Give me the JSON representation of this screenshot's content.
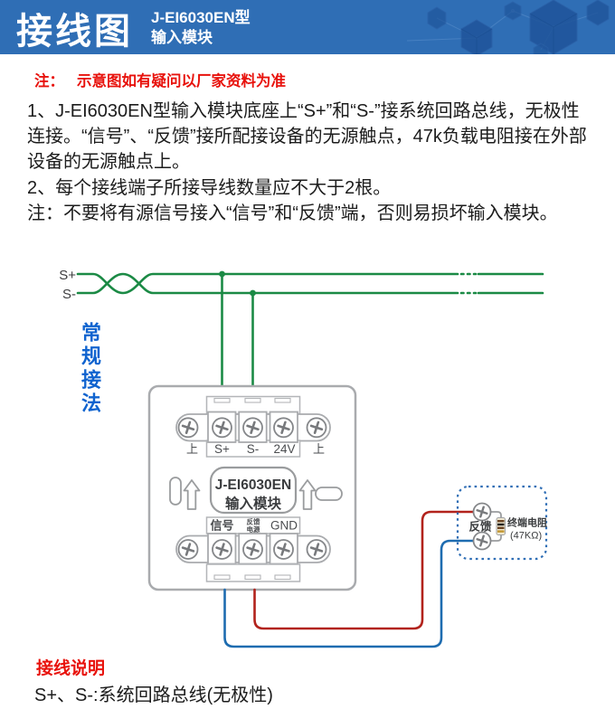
{
  "header": {
    "title": "接线图",
    "model_line1": "J-EI6030EN型",
    "model_line2": "输入模块"
  },
  "top_note": {
    "prefix": "注：",
    "text": "示意图如有疑问以厂家资料为准"
  },
  "instructions": {
    "item1": "1、J-EI6030EN型输入模块底座上“S+”和“S-”接系统回路总线，无极性连接。“信号”、“反馈”接所配接设备的无源触点，47k负载电阻接在外部设备的无源触点上。",
    "item2": "2、每个接线端子所接导线数量应不大于2根。",
    "note": "注：不要将有源信号接入“信号”和“反馈”端，否则易损坏输入模块。"
  },
  "diagram": {
    "bus": {
      "s_plus": "S+",
      "s_minus": "S-"
    },
    "method_label": "常规接法",
    "module": {
      "mount_left": "上",
      "mount_right": "上",
      "top_terminals": [
        "S+",
        "S-",
        "24V"
      ],
      "name_line1": "J-EI6030EN",
      "name_line2": "输入模块",
      "bottom_terminal_signal": "信号",
      "bottom_terminal_mid_top": "反馈",
      "bottom_terminal_mid_bottom": "电源",
      "bottom_terminal_gnd": "GND"
    },
    "feedback_box": {
      "label": "反馈",
      "resistor_name": "终端电阻",
      "resistor_value": "(47KΩ)"
    },
    "colors": {
      "header_blue": "#2f6eb5",
      "note_red": "#e8120c",
      "bus_green": "#1b8a45",
      "signal_wire_blue": "#1e6cb0",
      "feedback_wire_red": "#b2231c",
      "label_blue": "#0f63cf"
    }
  },
  "footer": {
    "title": "接线说明",
    "line1": "S+、S-:系统回路总线(无极性)"
  }
}
